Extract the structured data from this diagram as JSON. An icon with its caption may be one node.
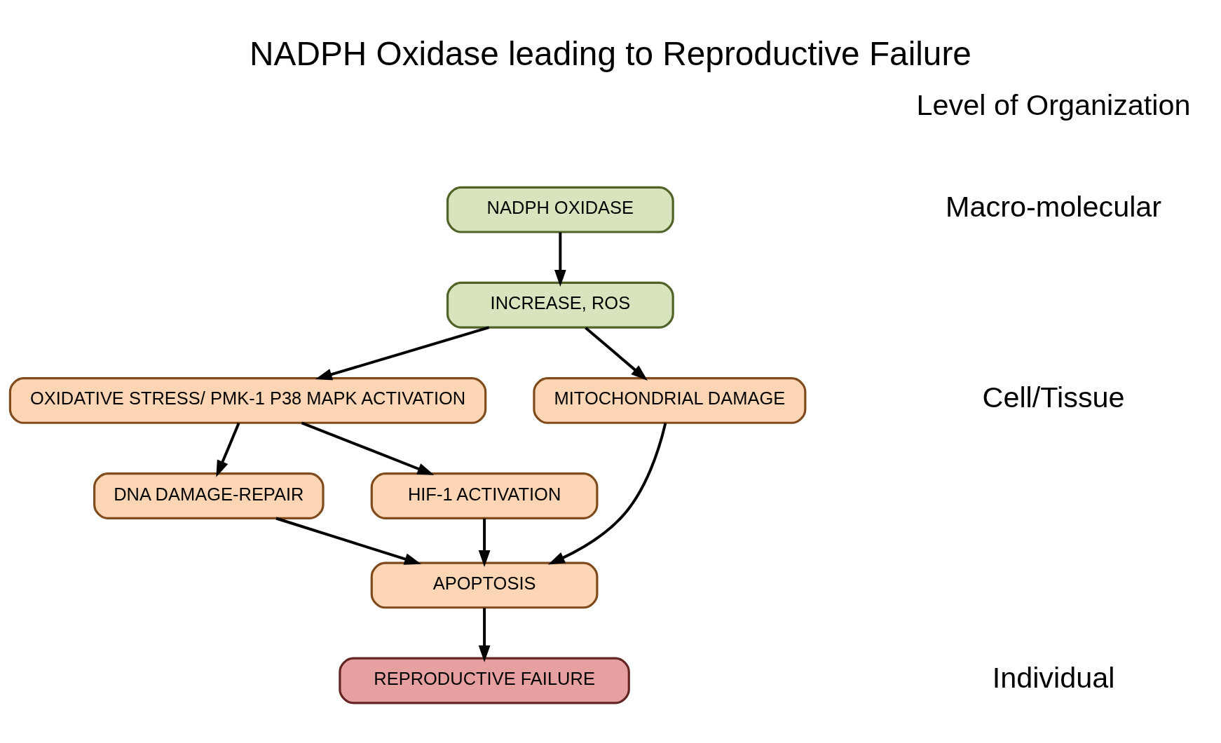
{
  "diagram": {
    "title": "NADPH Oxidase leading to Reproductive Failure",
    "nodes": [
      {
        "text": [
          "NADPH OXIDASE"
        ]
      },
      {
        "text": [
          "INCREASE, ROS"
        ]
      },
      {
        "text": [
          "OXIDATIVE STRESS/ PMK-1 P38 MAPK ACTIVATION"
        ]
      },
      {
        "text": [
          "DNA DAMAGE-REPAIR"
        ]
      },
      {
        "text": [
          "HIF-1 ACTIVATION"
        ]
      },
      {
        "text": [
          "MITOCHONDRIAL DAMAGE"
        ]
      },
      {
        "text": [
          "APOPTOSIS"
        ]
      },
      {
        "text": [
          "REPRODUCTIVE FAILURE"
        ]
      }
    ],
    "edges": [
      {
        "from": 0,
        "to": 1,
        "arrow": "to"
      },
      {
        "from": 1,
        "to": 2,
        "arrow": "to"
      },
      {
        "from": 1,
        "to": 5,
        "arrow": "to"
      },
      {
        "from": 2,
        "to": 3,
        "arrow": "to"
      },
      {
        "from": 2,
        "to": 4,
        "arrow": "to"
      },
      {
        "from": 3,
        "to": 6,
        "arrow": "to"
      },
      {
        "from": 4,
        "to": 6,
        "arrow": "to"
      },
      {
        "from": 5,
        "to": 6,
        "arrow": "to"
      },
      {
        "from": 6,
        "to": 7,
        "arrow": "to"
      }
    ],
    "labels": [
      "Level of Organization",
      "Macro-molecular",
      "Cell/Tissue",
      "Individual"
    ]
  }
}
